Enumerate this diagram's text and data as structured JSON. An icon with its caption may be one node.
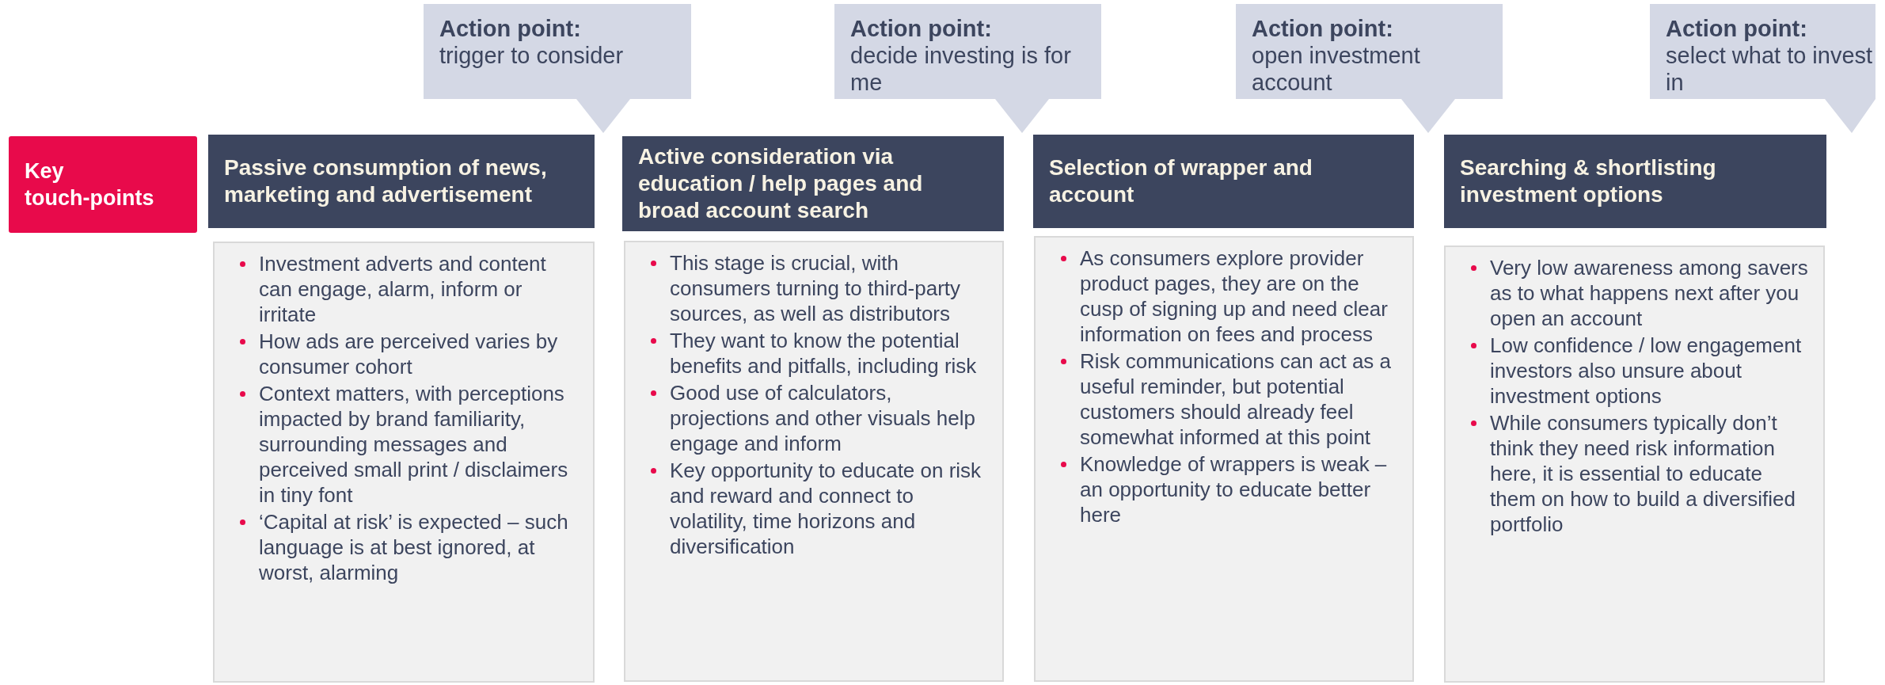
{
  "diagram": {
    "nodes": [
      {
        "text": [
          "Action point:",
          "trigger to consider"
        ]
      },
      {
        "text": [
          "Action point:",
          "decide investing is for me"
        ]
      },
      {
        "text": [
          "Action point:",
          "open investment account"
        ]
      },
      {
        "text": [
          "Action point:",
          "select what to invest in"
        ]
      },
      {
        "text": [
          "Key touch-points"
        ]
      },
      {
        "text": [
          "Passive consumption of news, marketing and advertisement"
        ]
      },
      {
        "text": [
          "Active consideration via education / help pages and broad account search"
        ]
      },
      {
        "text": [
          "Selection of wrapper and account"
        ]
      },
      {
        "text": [
          "Searching & shortlisting investment options"
        ]
      },
      {
        "text": [
          "Investment adverts and content can engage, alarm, inform or irritate",
          "How ads are perceived varies by consumer cohort",
          "Context matters, with perceptions impacted by brand familiarity, surrounding messages and perceived small print / disclaimers in tiny font",
          "‘Capital at risk’ is expected – such language is at best ignored, at worst, alarming"
        ]
      },
      {
        "text": [
          "This stage is crucial, with consumers turning to third-party sources, as well as distributors",
          "They want to know the potential benefits and pitfalls, including risk",
          "Good use of calculators, projections and other visuals help engage and inform",
          "Key opportunity to educate on risk and reward and connect to volatility, time horizons and diversification"
        ]
      },
      {
        "text": [
          "As consumers explore provider product pages, they are on the cusp of signing up and need clear information on fees and process",
          "Risk communications can act as a useful reminder, but potential customers should already feel somewhat informed at this point",
          "Knowledge of wrappers is weak – an opportunity to educate better here"
        ]
      },
      {
        "text": [
          "Very low awareness among savers as to what happens next after you open an account",
          "Low confidence / low engagement investors also unsure about investment options",
          "While consumers typically don’t think they need risk information here, it is essential to educate them on how to build a diversified portfolio"
        ]
      }
    ]
  }
}
